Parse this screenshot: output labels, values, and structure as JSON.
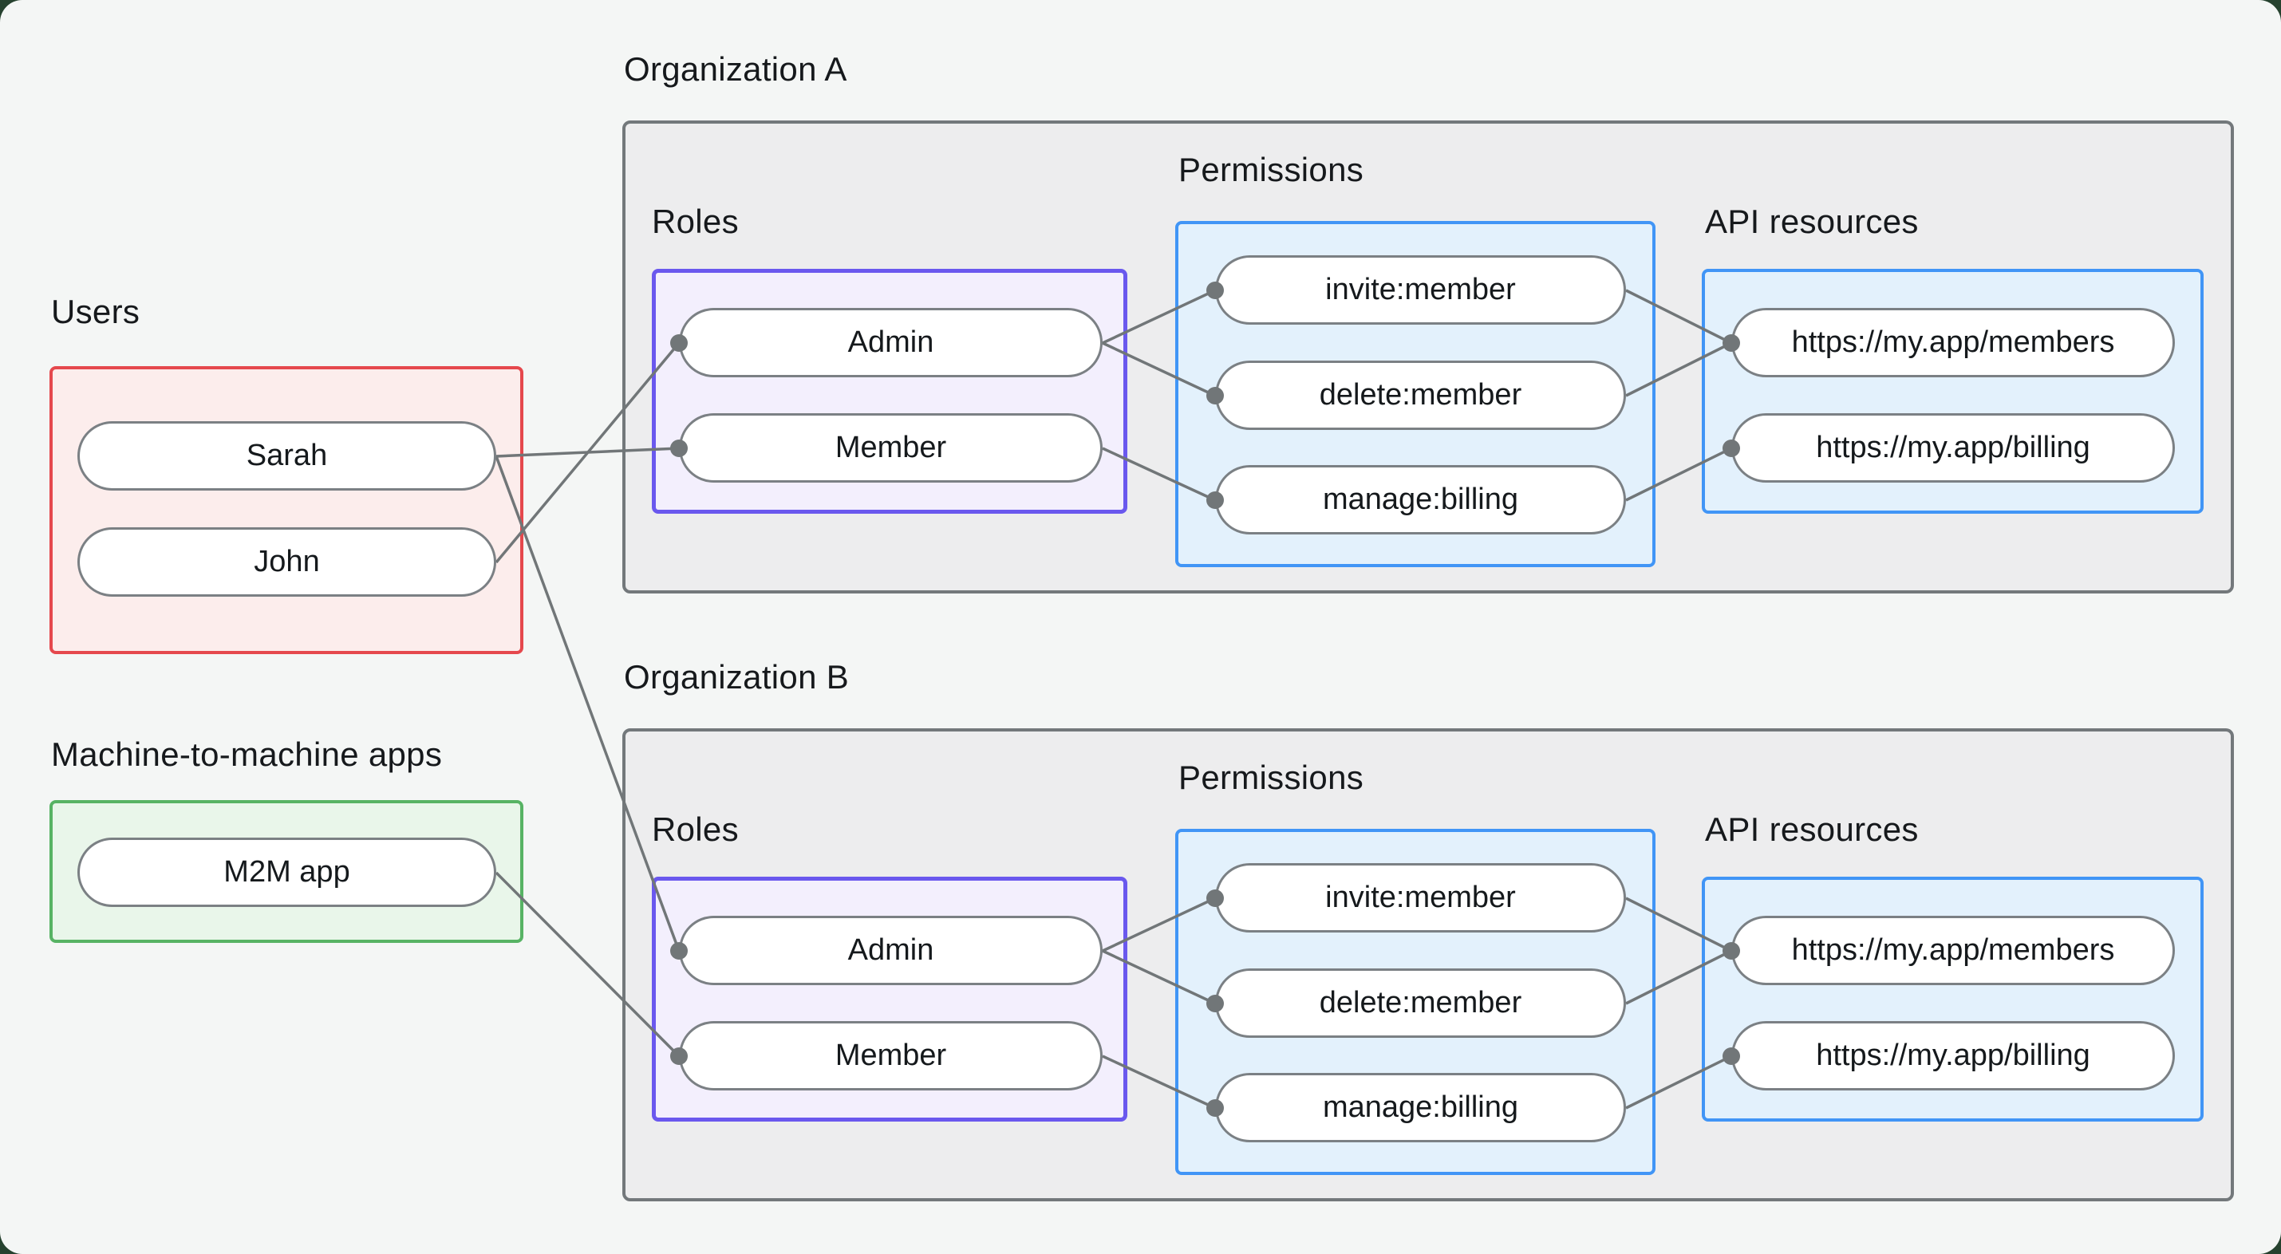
{
  "users_group": {
    "label": "Users",
    "items": [
      "Sarah",
      "John"
    ],
    "accent_border": "#e5484d",
    "accent_fill": "#fcedec"
  },
  "m2m_group": {
    "label": "Machine-to-machine apps",
    "items": [
      "M2M app"
    ],
    "accent_border": "#57b364",
    "accent_fill": "#e9f6ea"
  },
  "organizations": [
    {
      "label": "Organization A",
      "roles": {
        "label": "Roles",
        "items": [
          "Admin",
          "Member"
        ]
      },
      "permissions": {
        "label": "Permissions",
        "items": [
          "invite:member",
          "delete:member",
          "manage:billing"
        ]
      },
      "api_resources": {
        "label": "API resources",
        "items": [
          "https://my.app/members",
          "https://my.app/billing"
        ]
      }
    },
    {
      "label": "Organization B",
      "roles": {
        "label": "Roles",
        "items": [
          "Admin",
          "Member"
        ]
      },
      "permissions": {
        "label": "Permissions",
        "items": [
          "invite:member",
          "delete:member",
          "manage:billing"
        ]
      },
      "api_resources": {
        "label": "API resources",
        "items": [
          "https://my.app/members",
          "https://my.app/billing"
        ]
      }
    }
  ],
  "edges": [
    {
      "from": "Sarah",
      "to": "Organization A / Member"
    },
    {
      "from": "John",
      "to": "Organization A / Admin"
    },
    {
      "from": "Sarah",
      "to": "Organization B / Admin"
    },
    {
      "from": "M2M app",
      "to": "Organization B / Member"
    },
    {
      "from": "Organization A / Admin",
      "to": "Organization A / invite:member"
    },
    {
      "from": "Organization A / Admin",
      "to": "Organization A / delete:member"
    },
    {
      "from": "Organization A / Member",
      "to": "Organization A / manage:billing"
    },
    {
      "from": "Organization A / invite:member",
      "to": "Organization A / https://my.app/members"
    },
    {
      "from": "Organization A / delete:member",
      "to": "Organization A / https://my.app/members"
    },
    {
      "from": "Organization A / manage:billing",
      "to": "Organization A / https://my.app/billing"
    },
    {
      "from": "Organization B / Admin",
      "to": "Organization B / invite:member"
    },
    {
      "from": "Organization B / Admin",
      "to": "Organization B / delete:member"
    },
    {
      "from": "Organization B / Member",
      "to": "Organization B / manage:billing"
    },
    {
      "from": "Organization B / invite:member",
      "to": "Organization B / https://my.app/members"
    },
    {
      "from": "Organization B / delete:member",
      "to": "Organization B / https://my.app/members"
    },
    {
      "from": "Organization B / manage:billing",
      "to": "Organization B / https://my.app/billing"
    }
  ],
  "colors": {
    "canvas_background": "#f4f6f5",
    "outside_background": "#26422f",
    "org_box_fill": "#ededee",
    "org_box_border": "#73787b",
    "pill_border": "#7b8084",
    "pill_fill": "#ffffff",
    "edge_line": "#717678",
    "text": "#15191c"
  }
}
